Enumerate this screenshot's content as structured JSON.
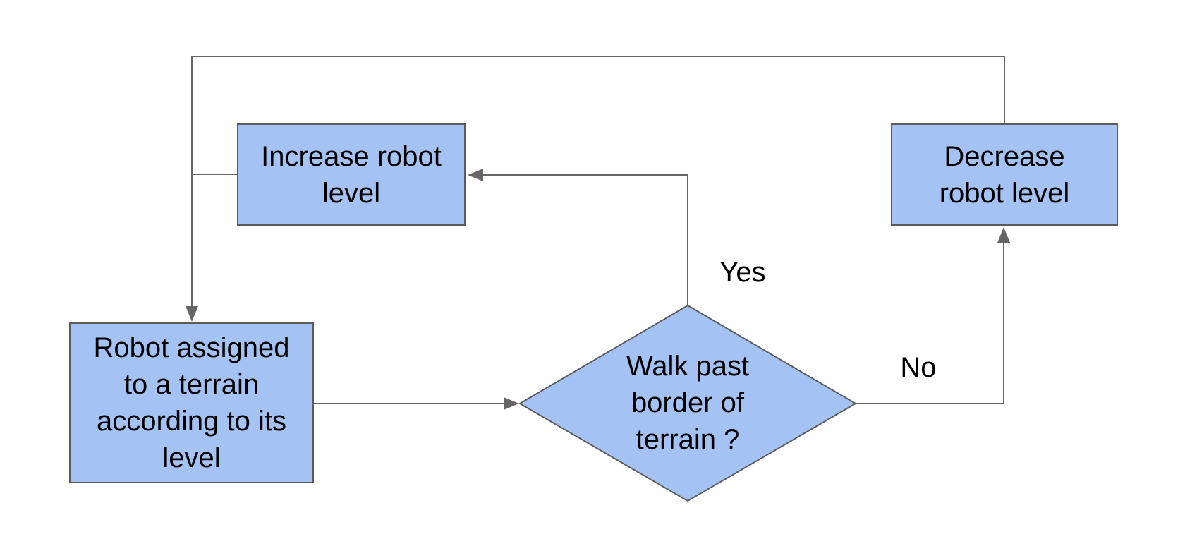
{
  "diagram": {
    "type": "flowchart",
    "background": "#ffffff",
    "colors": {
      "node_fill": "#a4c2f4",
      "node_border": "#5b5b5b",
      "connector": "#666666",
      "text": "#000000"
    },
    "nodes": {
      "assign": {
        "shape": "rectangle",
        "label": "Robot assigned\nto a terrain\naccording to its\nlevel"
      },
      "increase": {
        "shape": "rectangle",
        "label": "Increase robot\nlevel"
      },
      "decrease": {
        "shape": "rectangle",
        "label": "Decrease\nrobot level"
      },
      "decision": {
        "shape": "diamond",
        "label": "Walk past\nborder of\nterrain ?"
      }
    },
    "edge_labels": {
      "yes": "Yes",
      "no": "No"
    },
    "edges": [
      {
        "from": "assign",
        "to": "decision",
        "label": ""
      },
      {
        "from": "decision",
        "to": "increase",
        "label": "Yes"
      },
      {
        "from": "decision",
        "to": "decrease",
        "label": "No"
      },
      {
        "from": "increase",
        "to": "assign",
        "label": ""
      },
      {
        "from": "decrease",
        "to": "assign",
        "label": ""
      }
    ]
  }
}
